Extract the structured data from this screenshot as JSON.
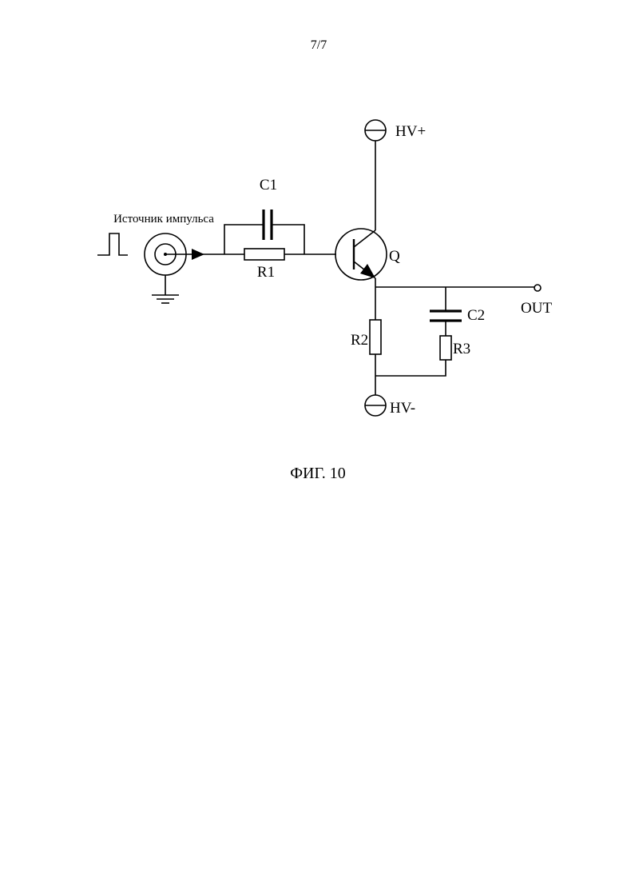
{
  "page_number": "7/7",
  "figure_caption": "ФИГ. 10",
  "labels": {
    "source": "Источник импульса",
    "c1": "C1",
    "r1": "R1",
    "q": "Q",
    "hv_plus": "HV+",
    "hv_minus": "HV-",
    "out": "OUT",
    "c2": "C2",
    "r2": "R2",
    "r3": "R3"
  }
}
